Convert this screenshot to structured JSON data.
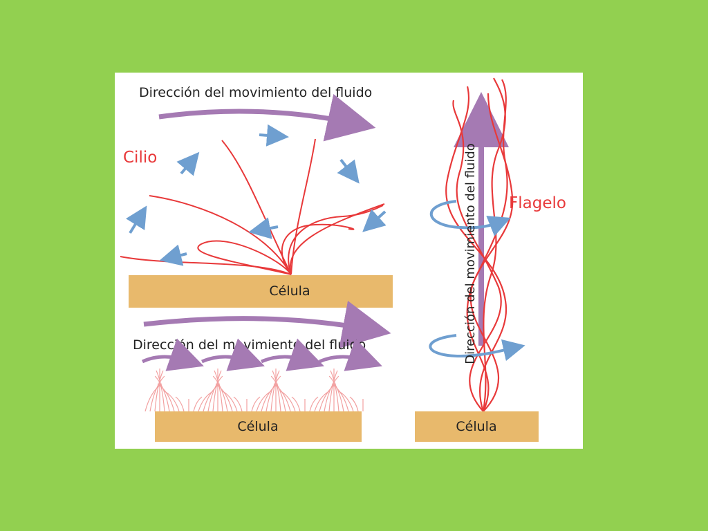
{
  "diagram": {
    "top_left": {
      "fluid_direction_label": "Dirección del movimiento del fluido",
      "organelle_label": "Cilio",
      "cell_label": "Célula"
    },
    "bottom_left": {
      "fluid_direction_label": "Dirección del movimiento del fluido",
      "cell_label": "Célula"
    },
    "right": {
      "fluid_direction_label": "Dirección del movimiento del fluido",
      "organelle_label": "Flagelo",
      "cell_label": "Célula"
    }
  },
  "colors": {
    "background": "#92d050",
    "cell_fill": "#e8b96c",
    "cilium_stroke": "#e8393a",
    "cilium_fine_stroke": "#f2a0a0",
    "fluid_arrow": "#a57ab3",
    "motion_arrow": "#6f9fd0",
    "label_red": "#e8393a",
    "label_dark": "#222222"
  }
}
